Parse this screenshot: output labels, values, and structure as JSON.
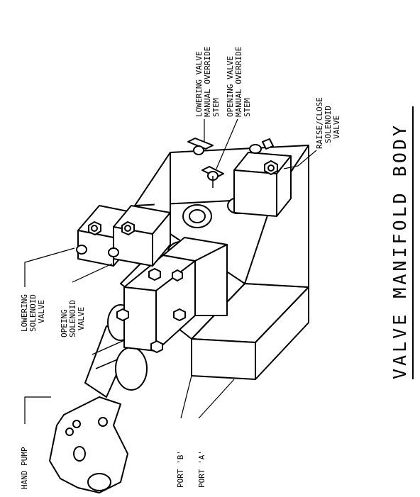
{
  "title": "VALVE MANIFOLD BODY",
  "labels": {
    "lowering_stem": [
      "LOWERING VALVE",
      "MANUAL OVERRIDE",
      "STEM"
    ],
    "opening_stem": [
      "OPENING VALVE",
      "MANUAL OVERRIDE",
      "STEM"
    ],
    "raise_close": [
      "RAISE/CLOSE",
      "SOLENOID",
      "VALVE"
    ],
    "lowering_solenoid": [
      "LOWERING",
      "SOLENOID",
      "VALVE"
    ],
    "opeing_solenoid": [
      "OPEING",
      "SOLENOID",
      "VALVE"
    ],
    "hand_pump": "HAND PUMP",
    "port_b": "PORT 'B'",
    "port_a": "PORT 'A'"
  }
}
